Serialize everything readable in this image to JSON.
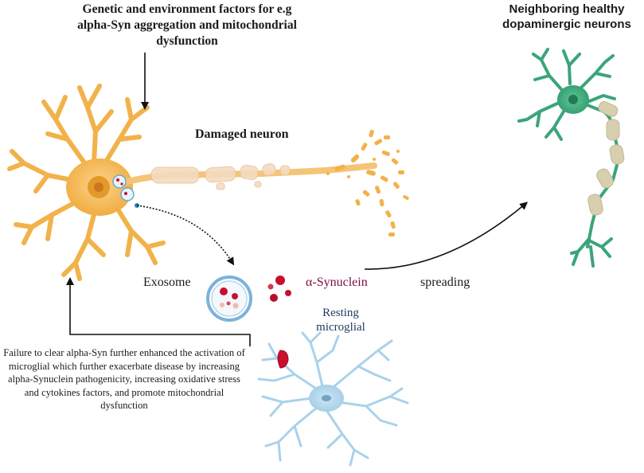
{
  "labels": {
    "top_factors": "Genetic and environment factors for e.g alpha-Syn aggregation and mitochondrial dysfunction",
    "healthy_title": "Neighboring healthy dopaminergic neurons",
    "damaged_neuron": "Damaged neuron",
    "exosome": "Exosome",
    "alpha_synuclein": "α-Synuclein",
    "spreading": "spreading",
    "resting_microglial": "Resting microglial",
    "failure_text": "Failure to clear alpha-Syn further enhanced the activation of microglial which further exacerbate disease by increasing alpha-Synuclein pathogenicity, increasing oxidative stress and cytokines factors, and  promote mitochondrial dysfunction"
  },
  "colors": {
    "damaged_neuron": "#f2b24a",
    "damaged_neuron_light": "#f9d592",
    "nucleus": "#e08a1e",
    "healthy_neuron": "#3aa57a",
    "myelin": "#d8cfb0",
    "microglia": "#a9d2ea",
    "microglia_dark": "#7fb6d6",
    "synuclein": "#c8102e",
    "exosome_ring": "#7ab3d9",
    "arrow": "#111111"
  }
}
